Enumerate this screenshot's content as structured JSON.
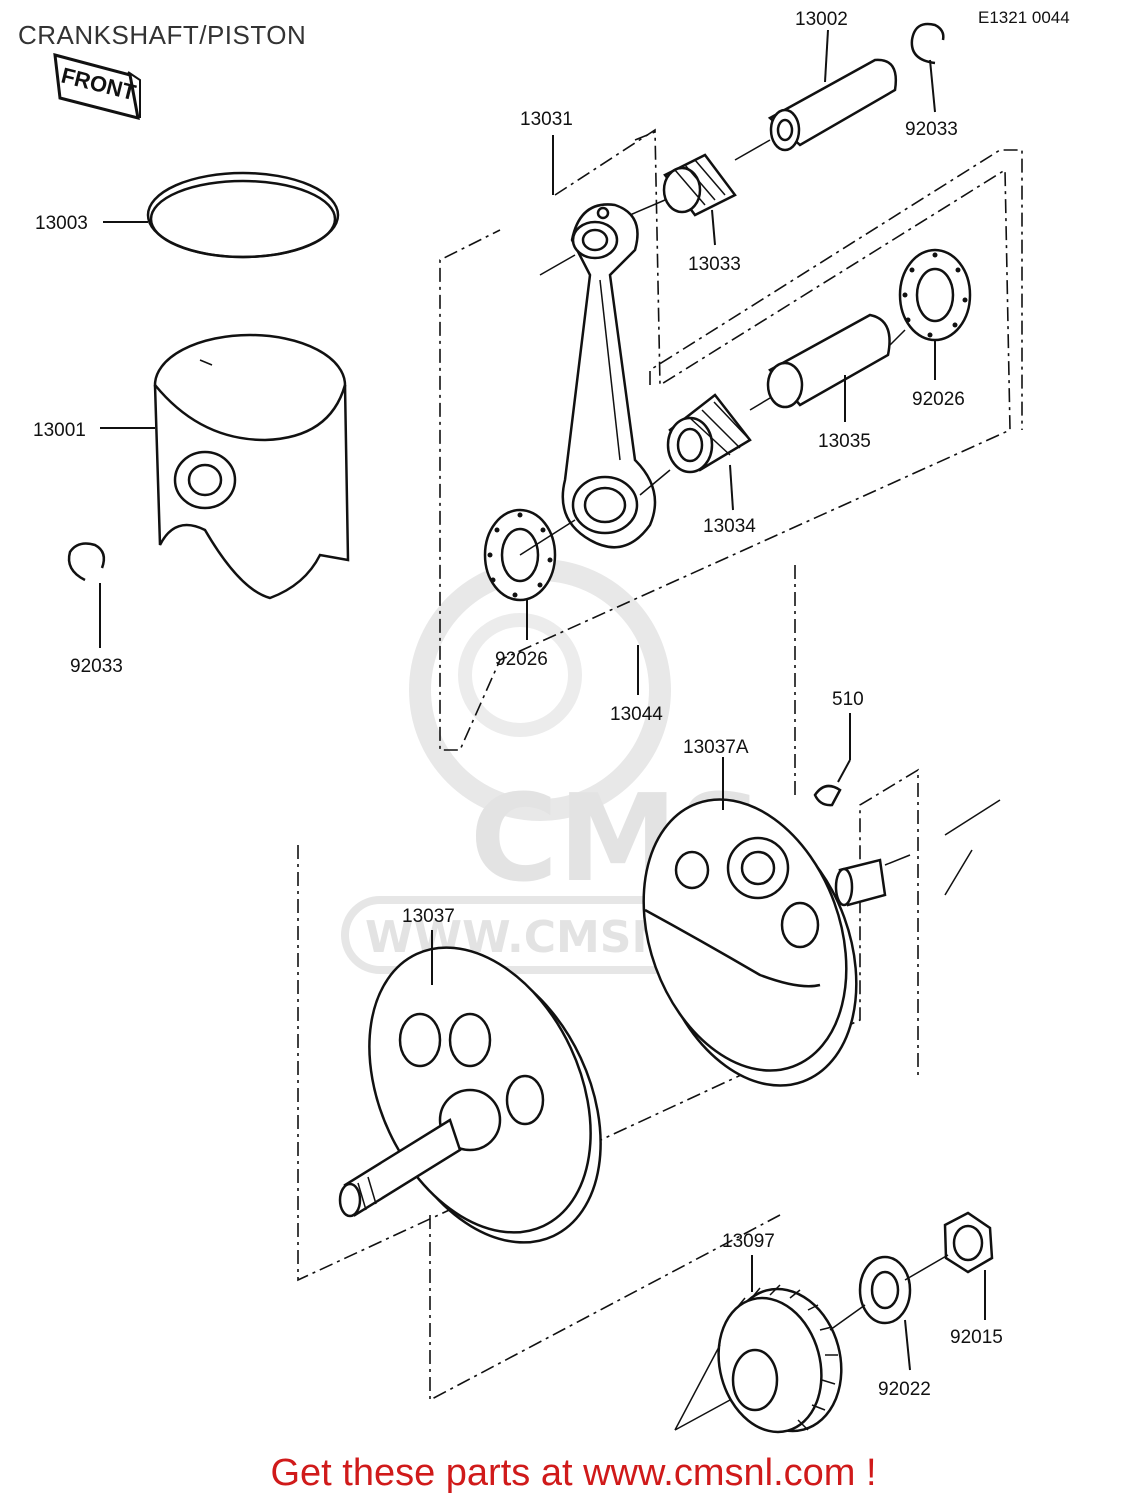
{
  "title": "CRANKSHAFT/PISTON",
  "diagram_code": "E1321 0044",
  "front_label": "FRONT",
  "watermark": {
    "brand": "CMS",
    "url": "WWW.CMSNL.COM"
  },
  "footer": {
    "text": "Get these parts at www.cmsnl.com !"
  },
  "parts": {
    "p13002": "13002",
    "p92033_top": "92033",
    "p13031": "13031",
    "p13033": "13033",
    "p13003": "13003",
    "p92026_right": "92026",
    "p13035": "13035",
    "p13001": "13001",
    "p13034": "13034",
    "p92033_left": "92033",
    "p92026_left": "92026",
    "p13044": "13044",
    "p510": "510",
    "p13037A": "13037A",
    "p13037": "13037",
    "p13097": "13097",
    "p92015": "92015",
    "p92022": "92022"
  },
  "colors": {
    "footer": "#d01a1a",
    "watermark": "#e3e3e3",
    "line": "#111111"
  }
}
